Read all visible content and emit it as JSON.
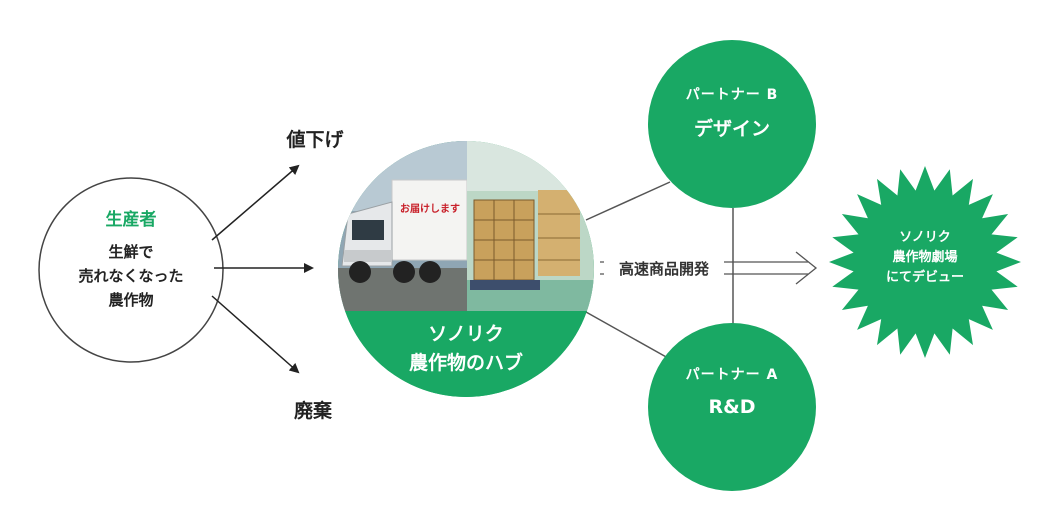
{
  "producer": {
    "title": "生産者",
    "lines": [
      "生鮮で",
      "売れなくなった",
      "農作物"
    ]
  },
  "outcomes": {
    "price_drop": "値下げ",
    "disposal": "廃棄"
  },
  "hub": {
    "lines": [
      "ソノリク",
      "農作物のハブ"
    ],
    "truck_sign": "お届けします"
  },
  "partner_b": {
    "label": "パートナー B",
    "role": "デザイン"
  },
  "partner_a": {
    "label": "パートナー A",
    "role": "R&D"
  },
  "flow_label": "高速商品開発",
  "debut": {
    "lines": [
      "ソノリク",
      "農作物劇場",
      "にてデビュー"
    ]
  },
  "colors": {
    "brand_green": "#19a864",
    "producer_title": "#19a864"
  }
}
